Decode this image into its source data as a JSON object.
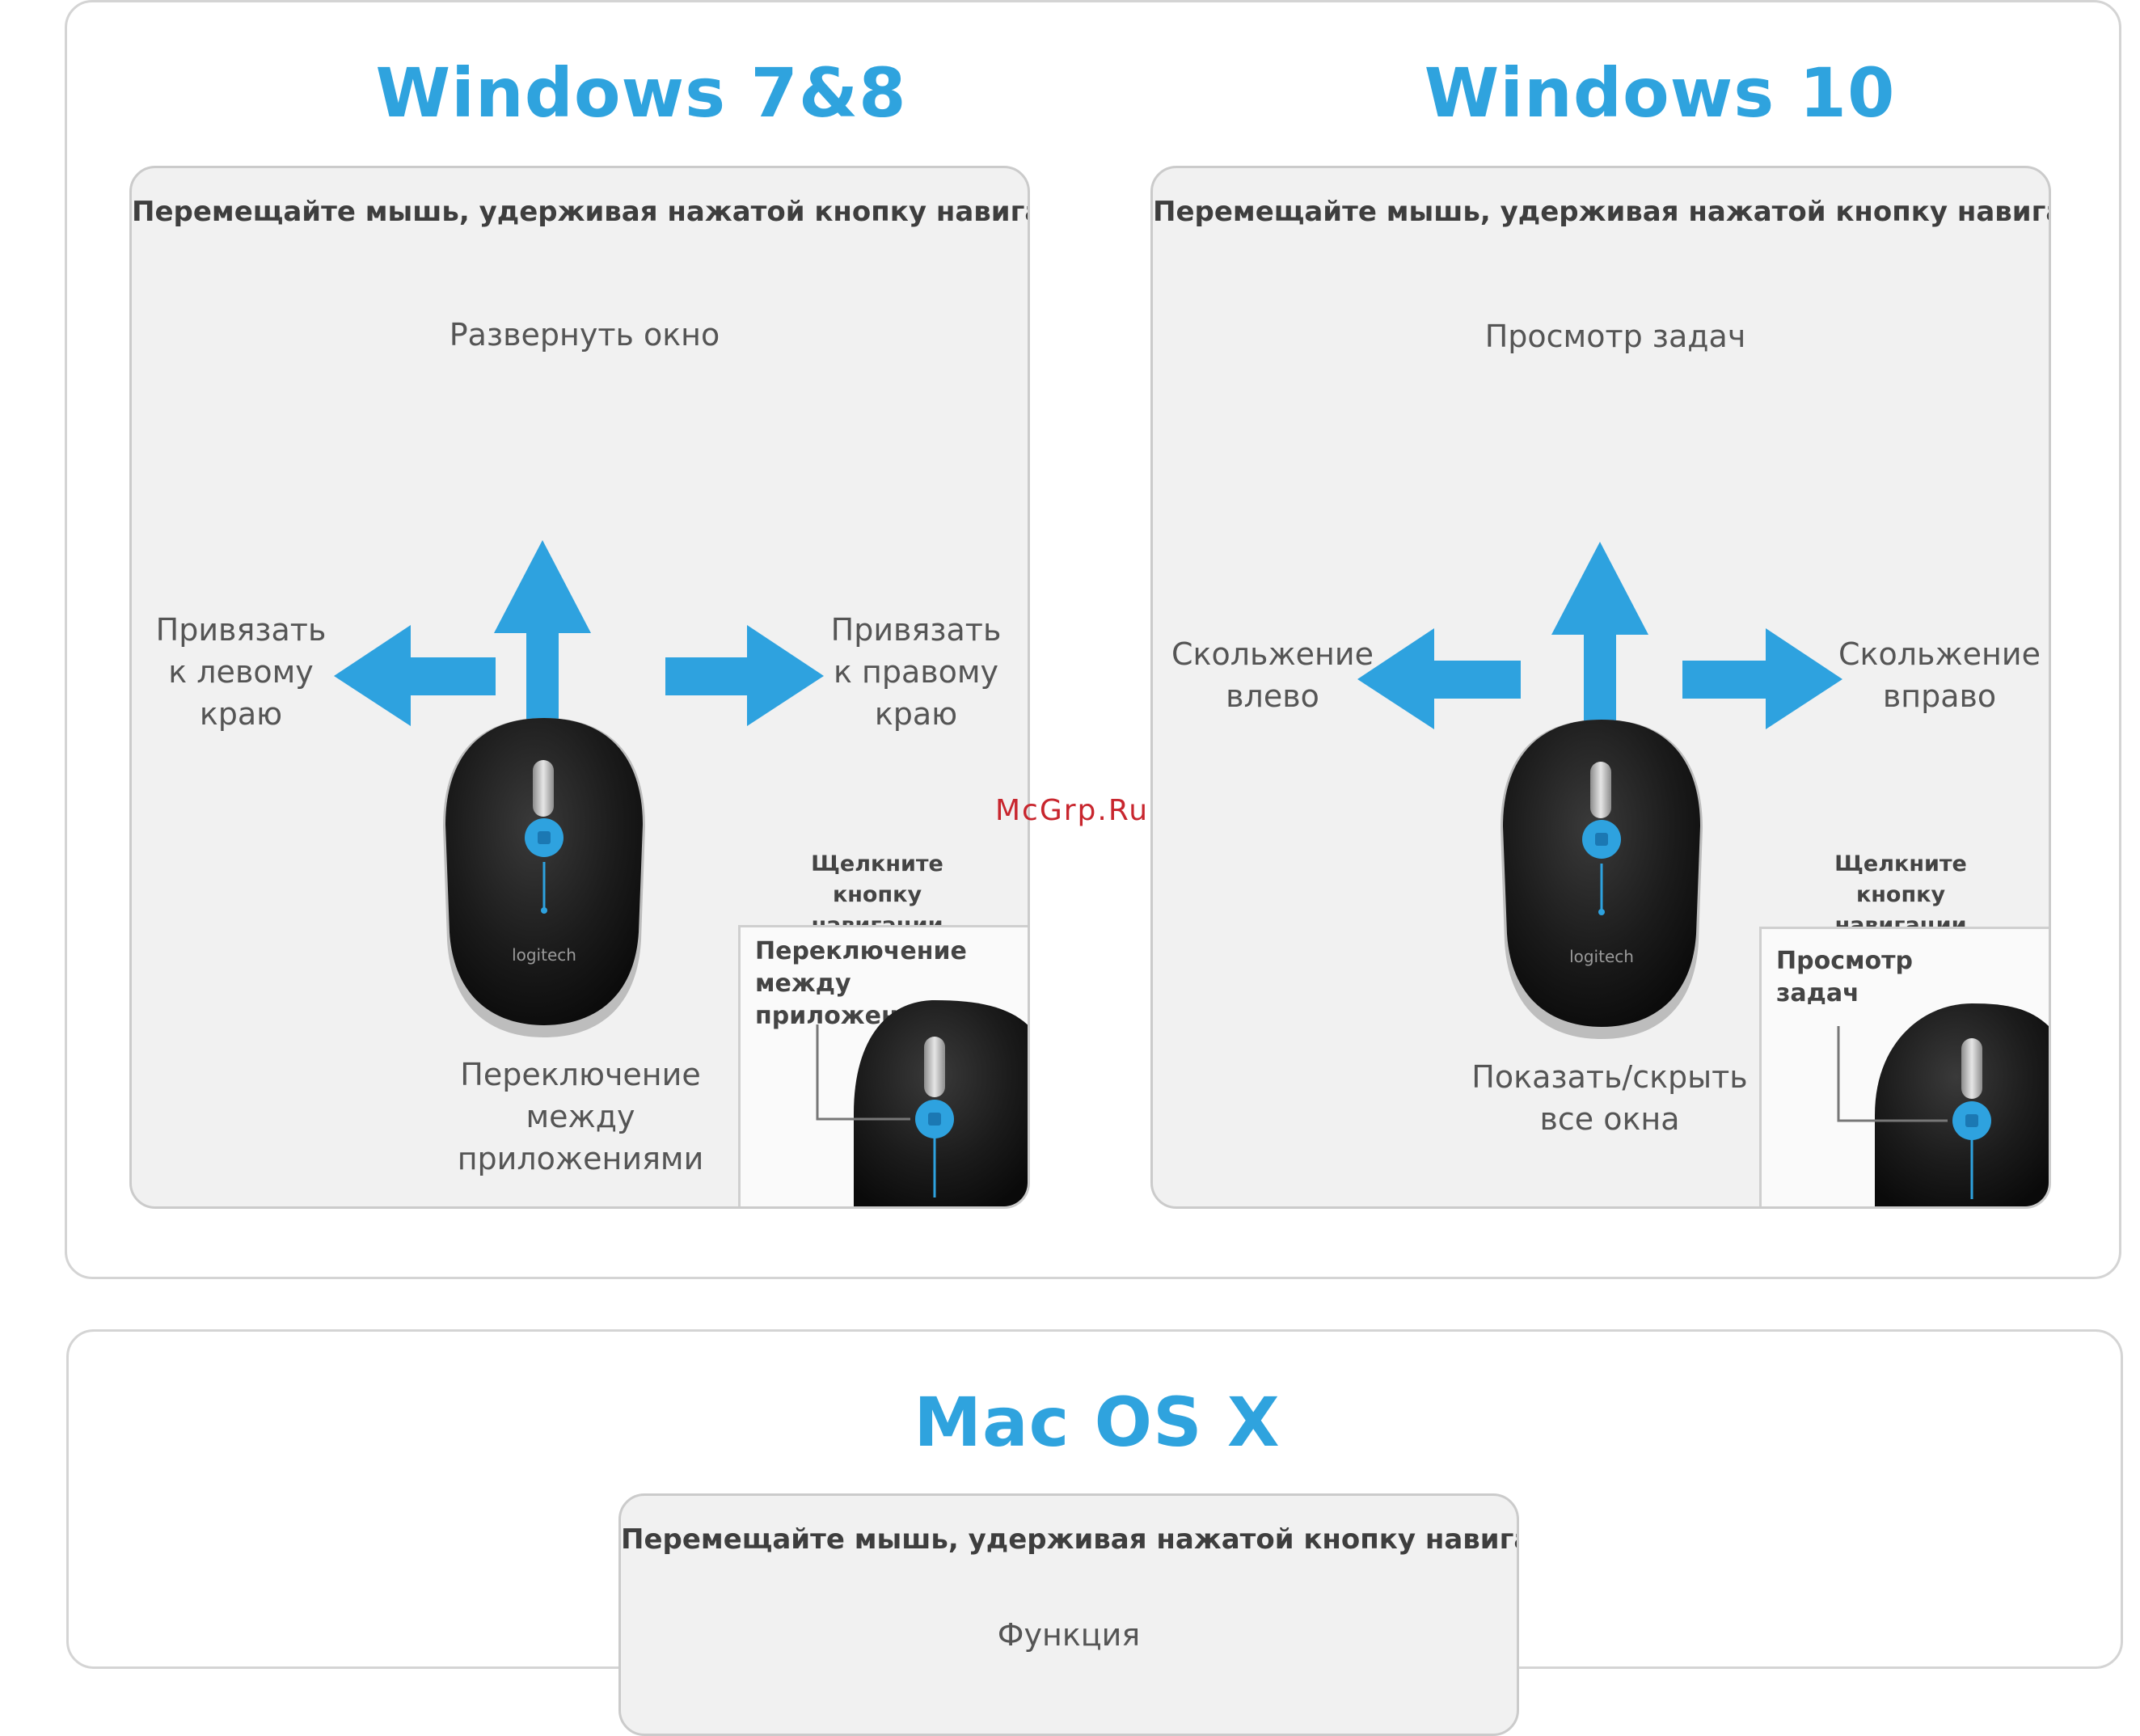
{
  "windows78": {
    "title": "Windows 7&8",
    "instruction": "Перемещайте мышь, удерживая нажатой кнопку навигации",
    "up": "Развернуть окно",
    "left": "Привязать\nк левому\nкраю",
    "right": "Привязать\nк правому\nкраю",
    "down": "Переключение\nмежду\nприложениями",
    "click_label": "Щелкните кнопку\nнавигации",
    "inset_label": "Переключение между\nприложениями"
  },
  "windows10": {
    "title": "Windows 10",
    "instruction": "Перемещайте мышь, удерживая нажатой кнопку навигации",
    "up": "Просмотр задач",
    "left": "Скольжение\nвлево",
    "right": "Скольжение\nвправо",
    "down": "Показать/скрыть\nвсе окна",
    "click_label": "Щелкните кнопку\nнавигации",
    "inset_label": "Просмотр\nзадач"
  },
  "mac": {
    "title": "Mac OS X",
    "instruction": "Перемещайте мышь, удерживая нажатой кнопку навигации",
    "partial_label": "Функция"
  },
  "mouse_logo": "logitech",
  "watermark": "McGrp.Ru",
  "colors": {
    "accent": "#2fa3de",
    "arrow": "#2ea2df",
    "panel_bg": "#f1f1f1",
    "mouse_body": "#1d1d1d",
    "watermark": "#c8262e"
  },
  "icons": [
    "arrow-up-icon",
    "arrow-down-icon",
    "arrow-left-icon",
    "arrow-right-icon",
    "mouse-icon",
    "navigation-button-icon"
  ]
}
